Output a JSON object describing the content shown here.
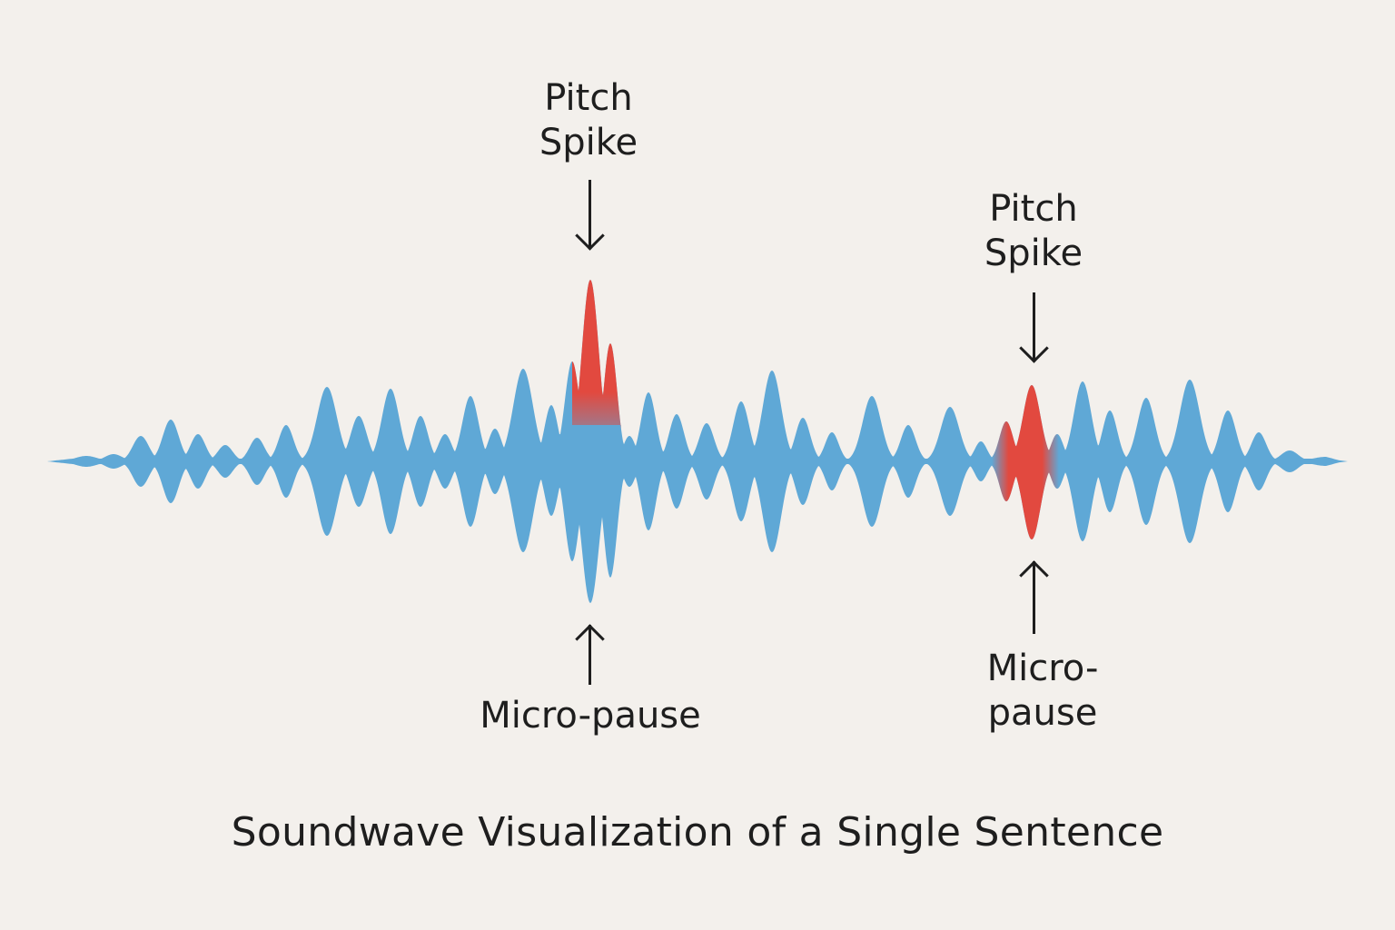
{
  "title": "Soundwave Visualization of a Single Sentence",
  "annotations": {
    "pitch_spike_1": "Pitch\nSpike",
    "pitch_spike_2": "Pitch\nSpike",
    "micro_pause_1": "Micro-pause",
    "micro_pause_2": "Micro-\npause"
  },
  "colors": {
    "background": "#f3f0ec",
    "wave": "#5fa8d6",
    "highlight": "#e2493f",
    "text": "#1e1e1e"
  }
}
